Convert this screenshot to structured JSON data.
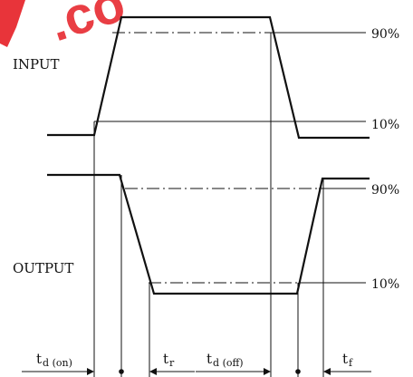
{
  "diagram": {
    "signals": {
      "input": "INPUT",
      "output": "OUTPUT"
    },
    "levels": {
      "high": "90%",
      "low": "10%"
    },
    "intervals": [
      {
        "main": "t",
        "sub": "d (on)"
      },
      {
        "main": "t",
        "sub": "r"
      },
      {
        "main": "t",
        "sub": "d (off)"
      },
      {
        "main": "t",
        "sub": "f"
      }
    ],
    "watermark": {
      "text": ".co",
      "color": "#e8343a"
    },
    "colors": {
      "line": "#111111",
      "background": "#ffffff"
    }
  }
}
